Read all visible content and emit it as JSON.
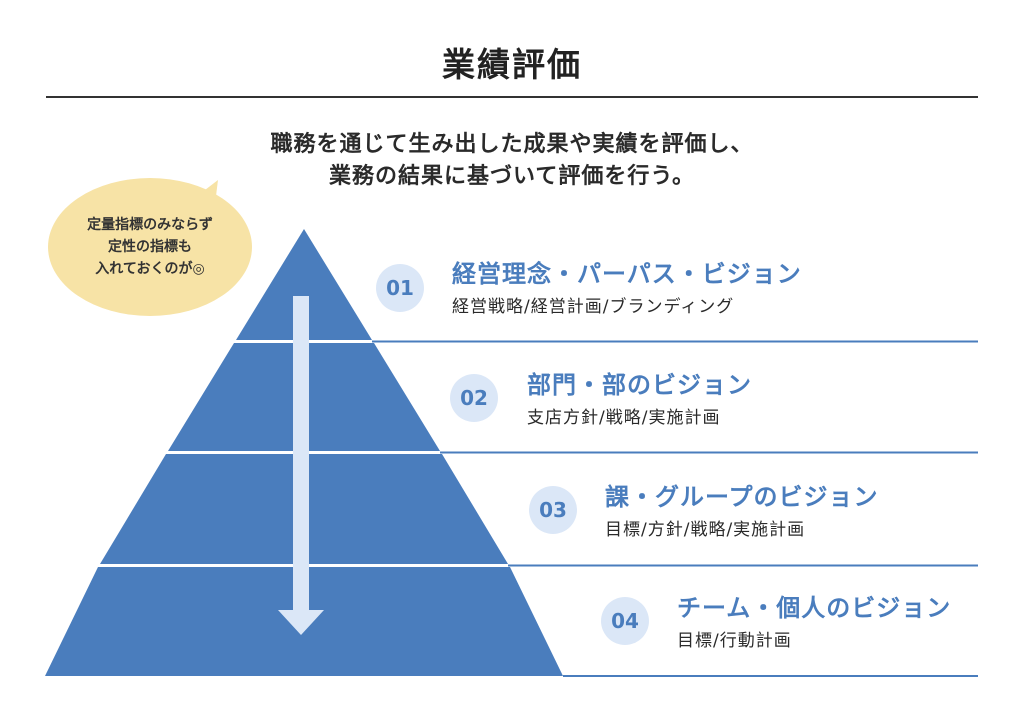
{
  "title": "業績評価",
  "lead": [
    "職務を通じて生み出した成果や実績を評価し、",
    "業務の結果に基づいて評価を行う。"
  ],
  "bubble": {
    "lines": [
      "定量指標のみならず",
      "定性の指標も",
      "入れておくのが◎"
    ]
  },
  "levels": [
    {
      "number": "01",
      "title": "経営理念・パーパス・ビジョン",
      "subtitle": "経営戦略/経営計画/ブランディング"
    },
    {
      "number": "02",
      "title": "部門・部のビジョン",
      "subtitle": "支店方針/戦略/実施計画"
    },
    {
      "number": "03",
      "title": "課・グループのビジョン",
      "subtitle": "目標/方針/戦略/実施計画"
    },
    {
      "number": "04",
      "title": "チーム・個人のビジョン",
      "subtitle": "目標/行動計画"
    }
  ],
  "colors": {
    "pyramid": "#4a7dbd",
    "accent": "#4a7dbd",
    "circle": "#dbe7f7",
    "bubble": "#f7e3a6",
    "arrow": "#dbe7f7"
  }
}
